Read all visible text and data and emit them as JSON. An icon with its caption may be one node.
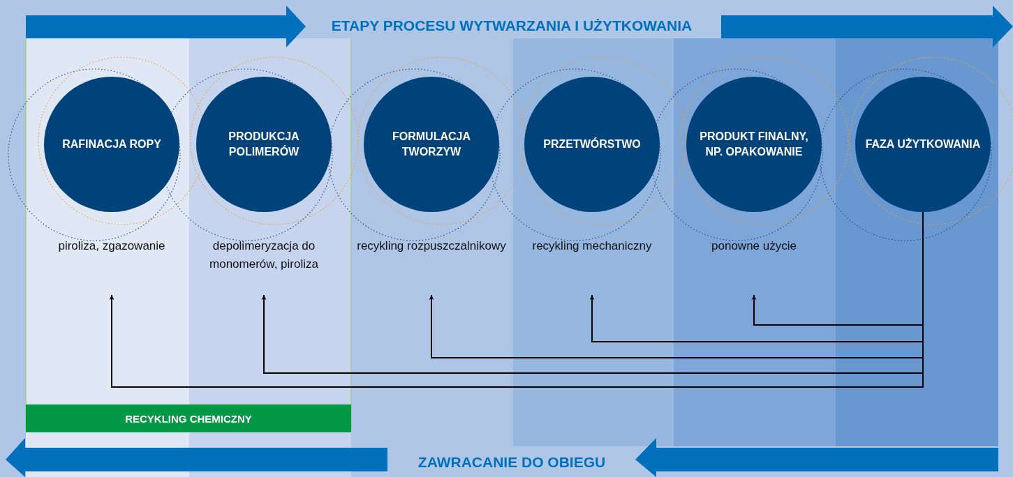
{
  "diagram": {
    "title": "ETAPY PROCESU WYTWARZANIA I UŻYTKOWANIA",
    "nodes": [
      {
        "text": [
          "RAFINACJA ROPY"
        ]
      },
      {
        "text": [
          "PRODUKCJA POLIMERÓW"
        ]
      },
      {
        "text": [
          "FORMULACJA TWORZYW"
        ]
      },
      {
        "text": [
          "PRZETWÓRSTWO"
        ]
      },
      {
        "text": [
          "PRODUKT FINALNY, NP. OPAKOWANIE"
        ]
      },
      {
        "text": [
          "FAZA UŻYTKOWANIA"
        ]
      },
      {
        "text": [
          "piroliza, zgazowanie"
        ]
      },
      {
        "text": [
          "depolimeryzacja do monomerów, piroliza"
        ]
      },
      {
        "text": [
          "recykling rozpuszczalnikowy"
        ]
      },
      {
        "text": [
          "recykling mechaniczny"
        ]
      },
      {
        "text": [
          "ponowne użycie"
        ]
      },
      {
        "text": [
          "RECYKLING CHEMICZNY"
        ]
      }
    ],
    "edges": [
      {
        "from": 5,
        "to": 10,
        "arrow": "to"
      },
      {
        "from": 5,
        "to": 9,
        "arrow": "to"
      },
      {
        "from": 5,
        "to": 8,
        "arrow": "to"
      },
      {
        "from": 5,
        "to": 7,
        "arrow": "to"
      },
      {
        "from": 5,
        "to": 6,
        "arrow": "to"
      }
    ],
    "labels": [
      "ZAWRACANIE DO OBIEGU"
    ]
  }
}
